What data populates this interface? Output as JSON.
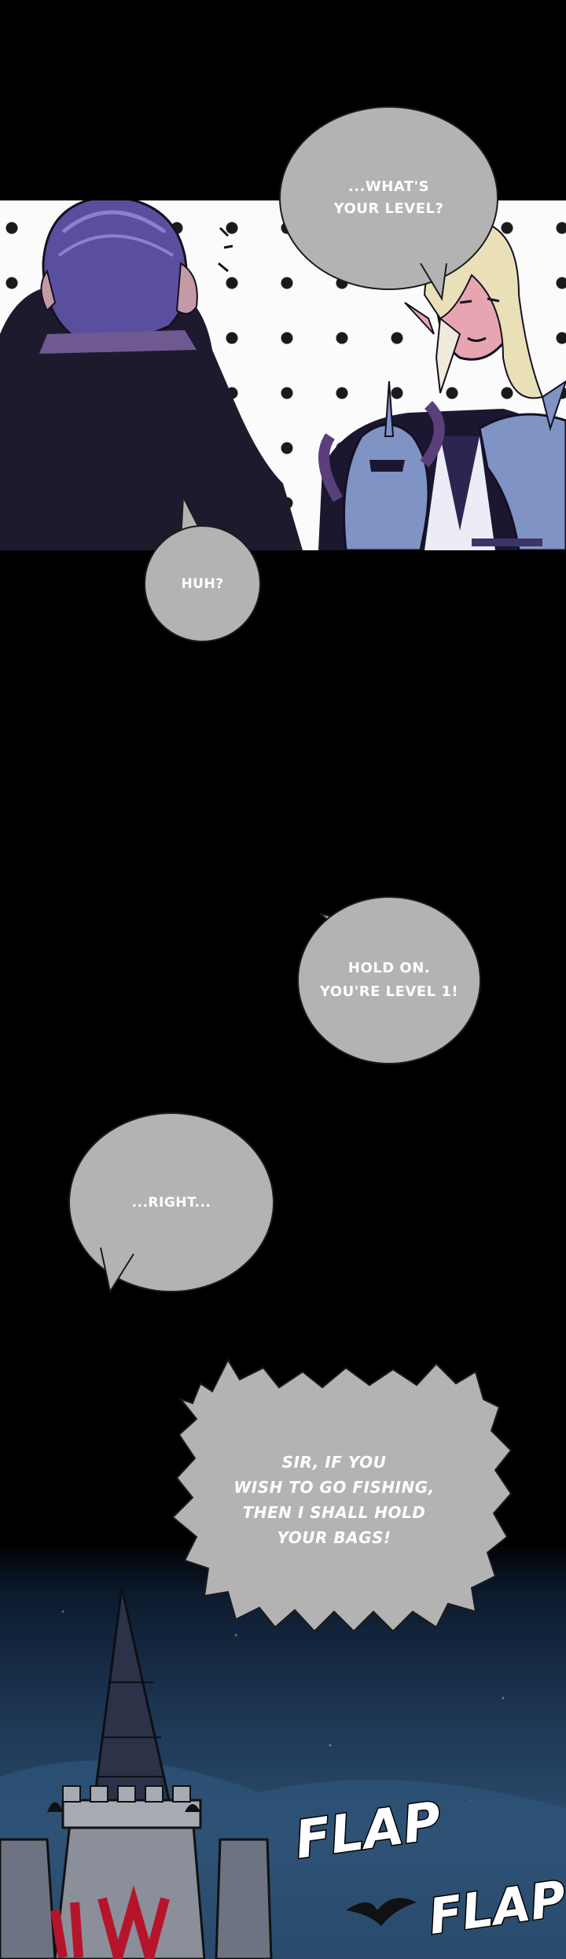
{
  "bubbles": {
    "whats_level": "...WHAT'S\nYOUR LEVEL?",
    "huh": "HUH?",
    "hold_on": "HOLD ON.\nYOU'RE LEVEL 1!",
    "right": "...RIGHT...",
    "fishing": "SIR, IF YOU\nWISH TO GO FISHING,\nTHEN I SHALL HOLD\nYOUR BAGS!"
  },
  "sfx": {
    "flap1": "FLAP",
    "flap2": "FLAP"
  },
  "colors": {
    "bubble_fill": "#b3b3b3",
    "background": "#000000",
    "armor": "#7f93c4",
    "hair_purple": "#5a4f9e",
    "sky": "#2c4c6d"
  }
}
